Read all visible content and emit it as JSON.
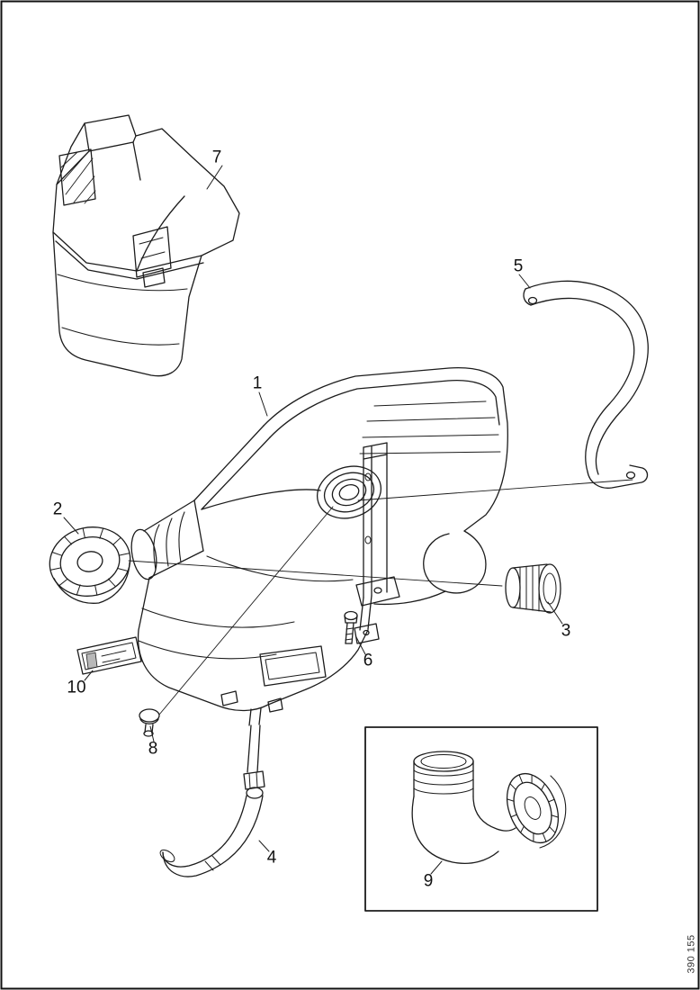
{
  "figure": {
    "number": "390 155"
  },
  "callouts": [
    {
      "label": "1"
    },
    {
      "label": "2"
    },
    {
      "label": "3"
    },
    {
      "label": "4"
    },
    {
      "label": "5"
    },
    {
      "label": "6"
    },
    {
      "label": "7"
    },
    {
      "label": "8"
    },
    {
      "label": "9"
    },
    {
      "label": "10"
    }
  ],
  "colors": {
    "background": "#ffffff",
    "line": "#1c1c1c"
  }
}
